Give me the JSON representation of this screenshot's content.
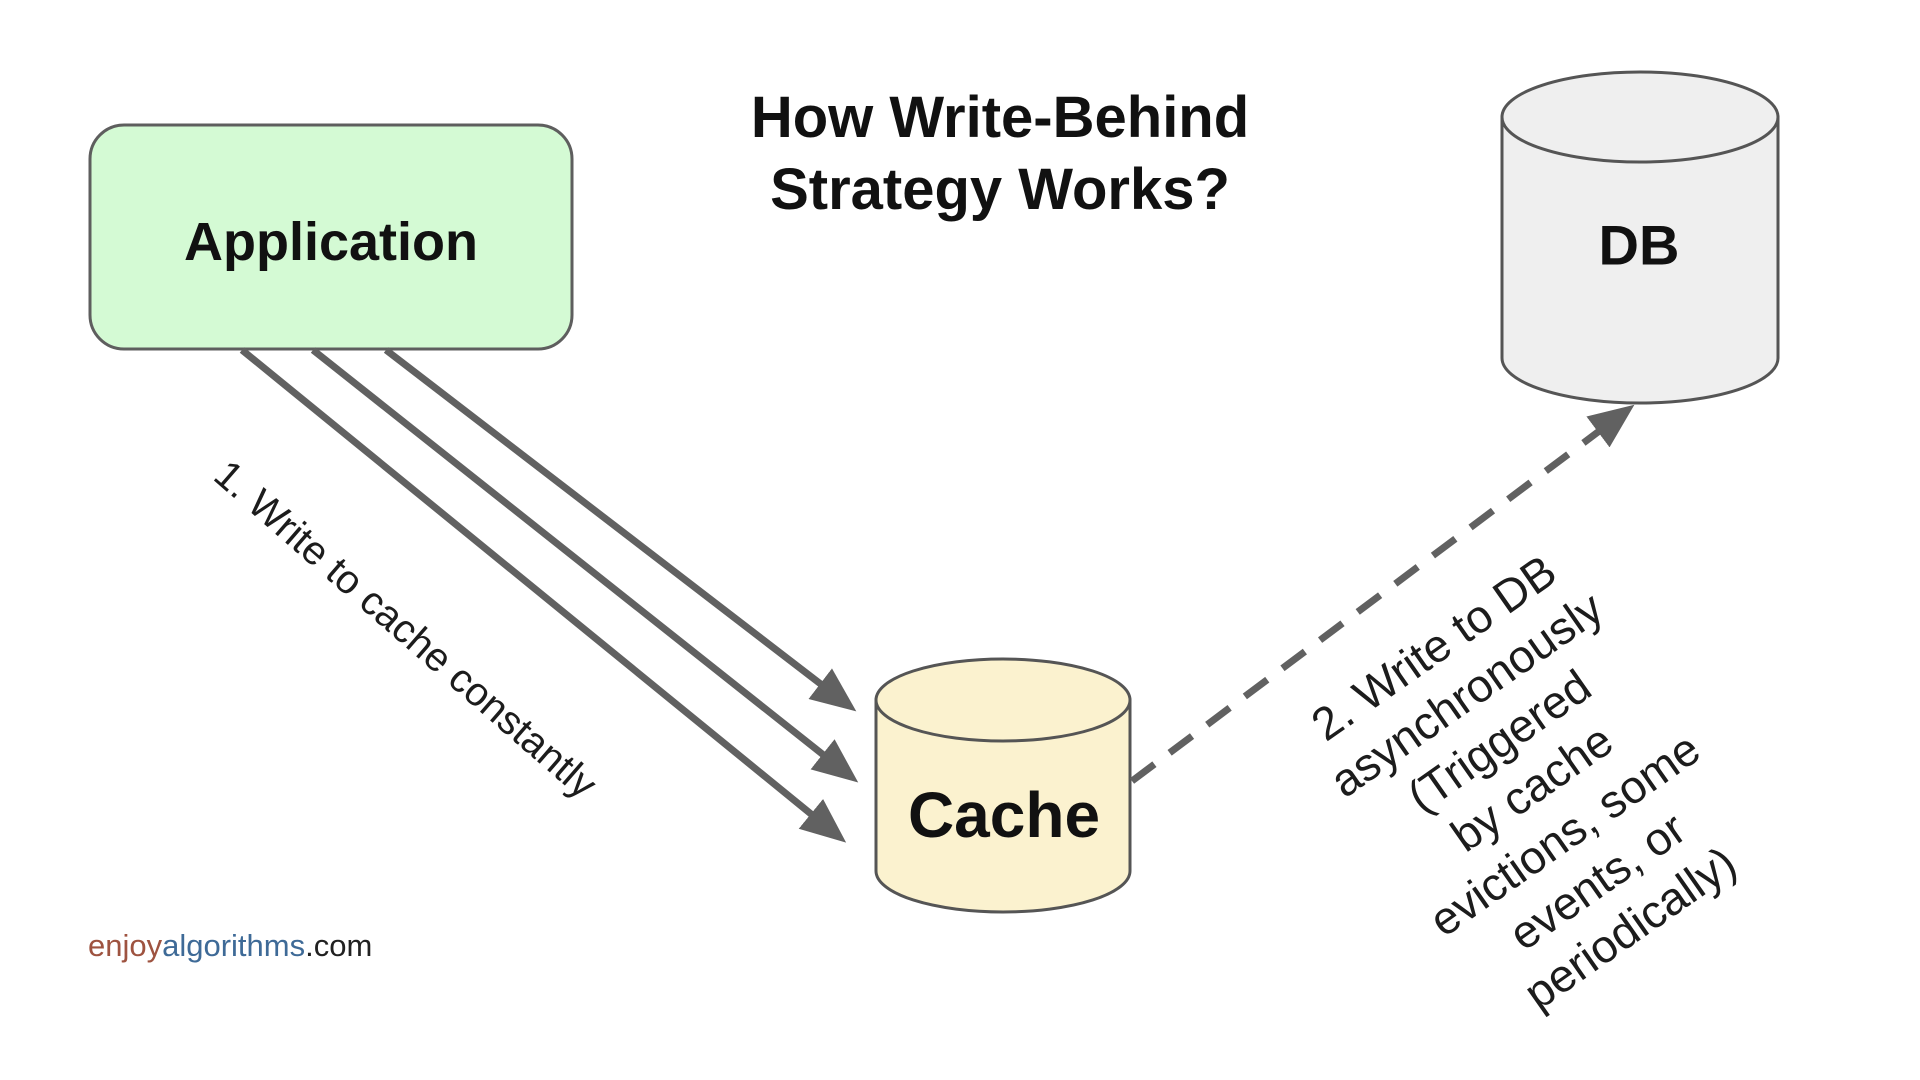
{
  "title": "How Write-Behind\nStrategy Works?",
  "nodes": {
    "application": {
      "label": "Application",
      "fill": "#d4fad4",
      "stroke": "#5e5e5e"
    },
    "cache": {
      "label": "Cache",
      "fill": "#fbf2cf",
      "stroke": "#555555"
    },
    "db": {
      "label": "DB",
      "fill": "#efefef",
      "stroke": "#555555"
    }
  },
  "edges": {
    "write_to_cache": {
      "label": "1. Write to cache constantly",
      "style": "solid",
      "arrow_count": 3
    },
    "write_to_db": {
      "label": "2. Write to DB\nasynchronously (Triggered\nby cache evictions, some\nevents, or periodically)",
      "style": "dashed"
    }
  },
  "colors": {
    "arrow": "#616161",
    "heading_text": "#111111",
    "label_text": "#1c1c1c",
    "background": "#ffffff"
  },
  "watermark": {
    "part1": "enjoy",
    "part2": "algorithms",
    "part3": ".com",
    "part1_color": "#9e5340",
    "part2_color": "#3e6a97",
    "part3_color": "#212121"
  }
}
